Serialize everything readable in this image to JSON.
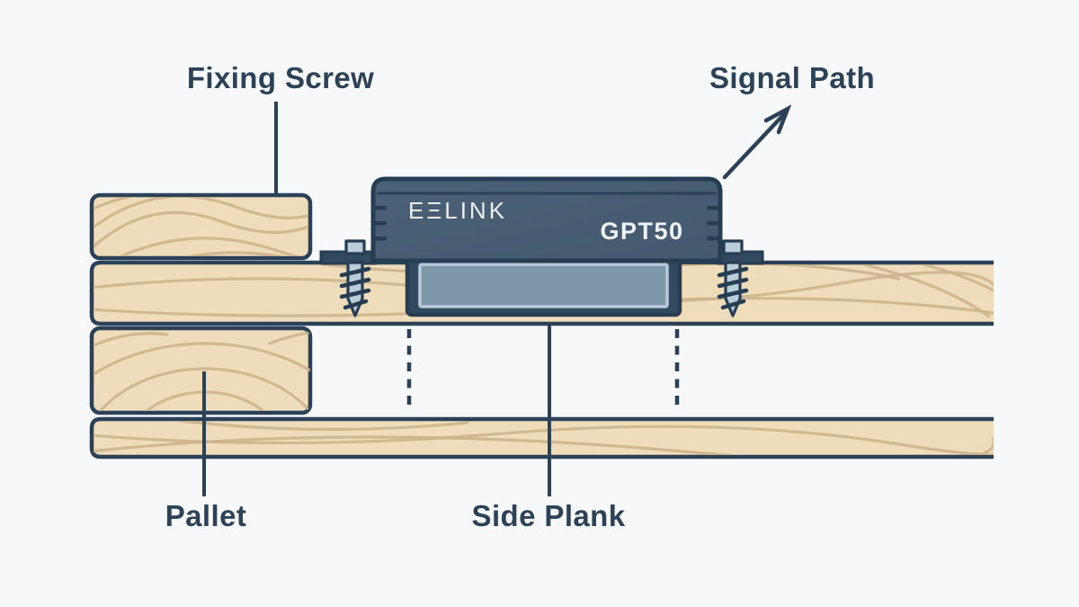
{
  "labels": {
    "fixing_screw": "Fixing Screw",
    "signal_path": "Signal Path",
    "pallet": "Pallet",
    "side_plank": "Side Plank"
  },
  "device": {
    "brand": "EΞLINK",
    "model": "GPT50"
  },
  "icons": {
    "signal_path_arrow": "arrow-up-right",
    "fixing_screw_left": "screw-icon",
    "fixing_screw_right": "screw-icon"
  },
  "colors": {
    "background": "#f7f8fa",
    "outline": "#2b4157",
    "label_text": "#2c4257",
    "wood_fill": "#eedcbb",
    "wood_grain": "#cab28c",
    "device_fill": "#44596e",
    "device_fill_light": "#4b6177",
    "device_border": "#273d51",
    "device_detail": "#324a5f",
    "panel_fill": "#7e98a9",
    "panel_rim": "#b7cad5",
    "screw_fill": "#bacdd8"
  }
}
